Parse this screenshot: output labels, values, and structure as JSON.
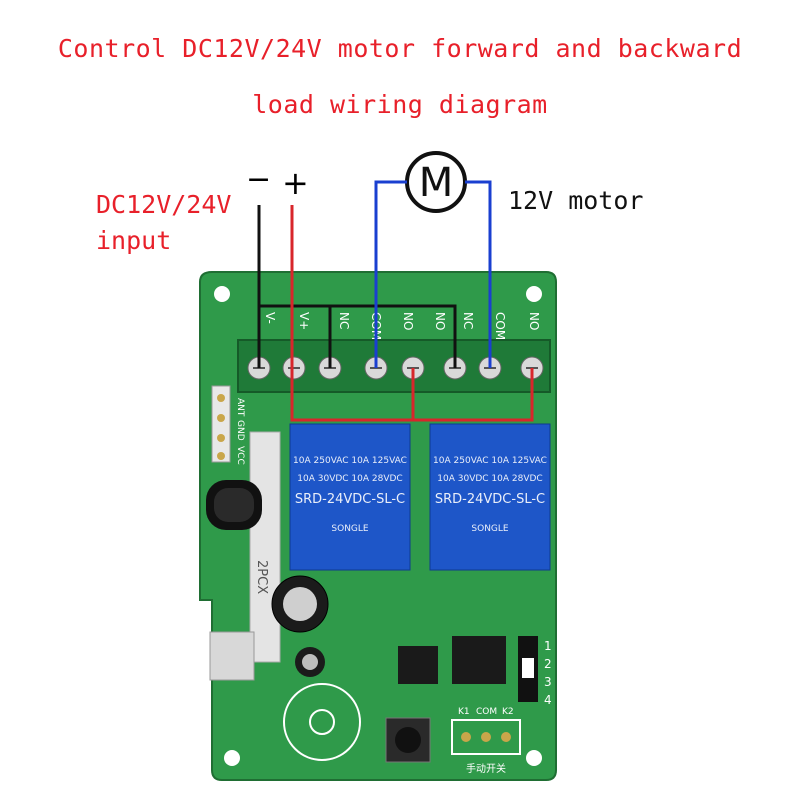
{
  "title": {
    "line1": "Control DC12V/24V motor forward and backward",
    "line2": "load wiring diagram"
  },
  "power_input": {
    "label_line1": "DC12V/24V",
    "label_line2": "input",
    "minus": "−",
    "plus": "+"
  },
  "motor": {
    "symbol": "M",
    "label": "12V motor"
  },
  "terminals": [
    "V-",
    "V+",
    "NC",
    "COM",
    "NO",
    "NO",
    "NC",
    "COM",
    "NO"
  ],
  "side_header": [
    "ANT",
    "GND",
    "VCC"
  ],
  "relays": [
    {
      "brand": "SONGLE",
      "model": "SRD-24VDC-SL-C",
      "ratings": [
        "10A 250VAC 10A 125VAC",
        "10A 30VDC 10A 28VDC"
      ]
    },
    {
      "brand": "SONGLE",
      "model": "SRD-24VDC-SL-C",
      "ratings": [
        "10A 250VAC 10A 125VAC",
        "10A 30VDC 10A 28VDC"
      ]
    }
  ],
  "jumper_numbers": [
    "1",
    "2",
    "3",
    "4"
  ],
  "switch_labels": [
    "K1",
    "COM",
    "K2"
  ],
  "switch_caption": "手动开关",
  "board_mark": "2PCX",
  "colors": {
    "title": "#e8202a",
    "pcb": "#2f9a4a",
    "relay": "#1e56c8",
    "wire_red": "#d8262b",
    "wire_blue": "#1a3fd0",
    "wire_black": "#111111"
  }
}
